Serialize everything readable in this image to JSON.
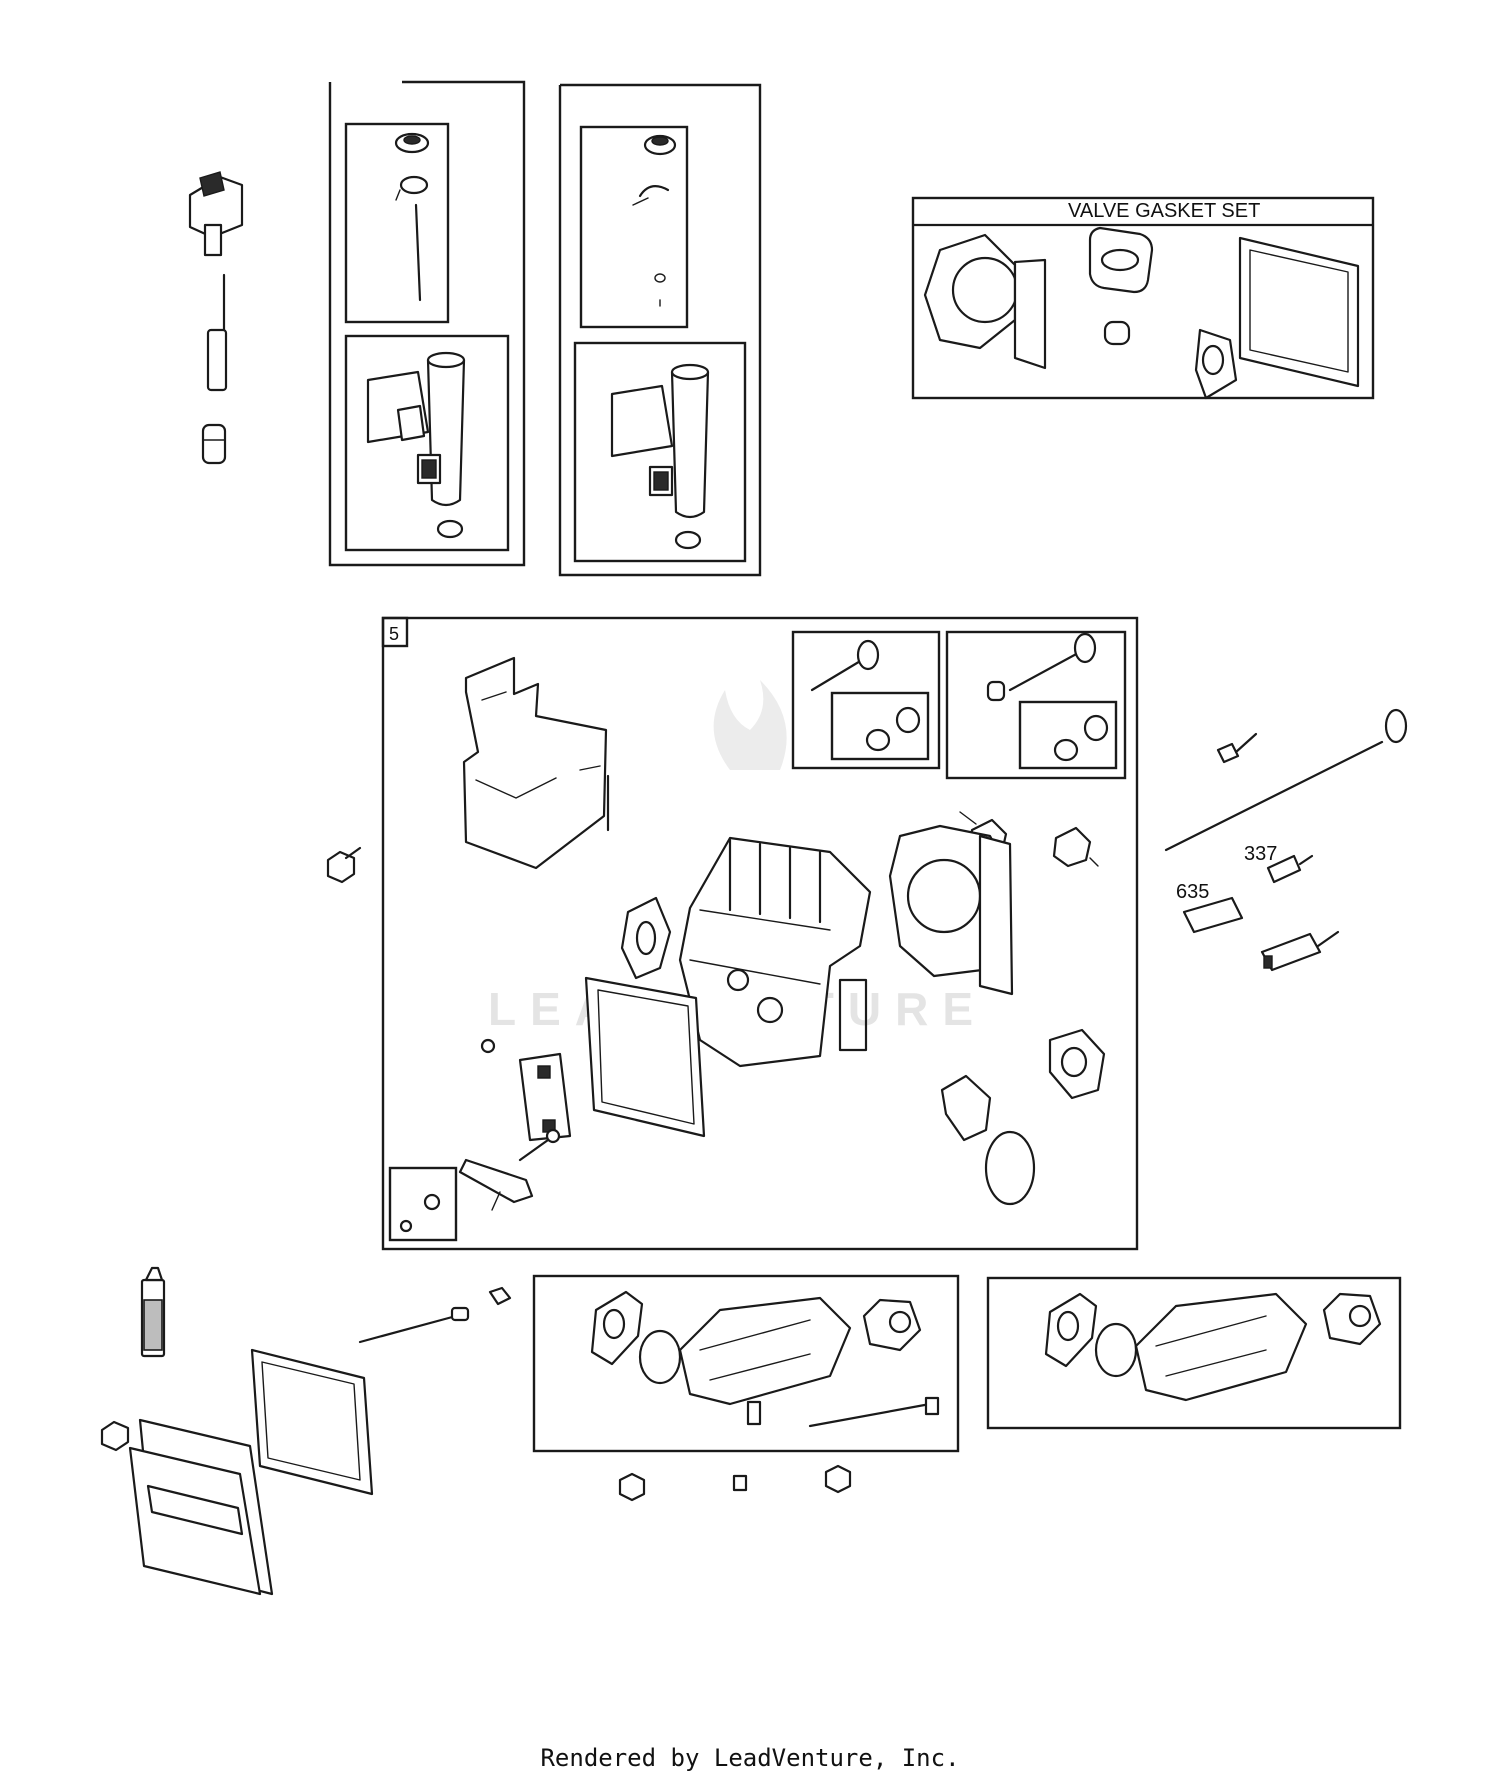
{
  "diagram": {
    "kit_title": "VALVE GASKET SET",
    "panel_number": "5",
    "part_labels": [
      "337",
      "635"
    ],
    "watermark": "LEADVENTURE",
    "footer": "Rendered by LeadVenture, Inc."
  },
  "colors": {
    "line": "#1a1a1a",
    "background": "#ffffff",
    "watermark": "#e4e4e4"
  }
}
